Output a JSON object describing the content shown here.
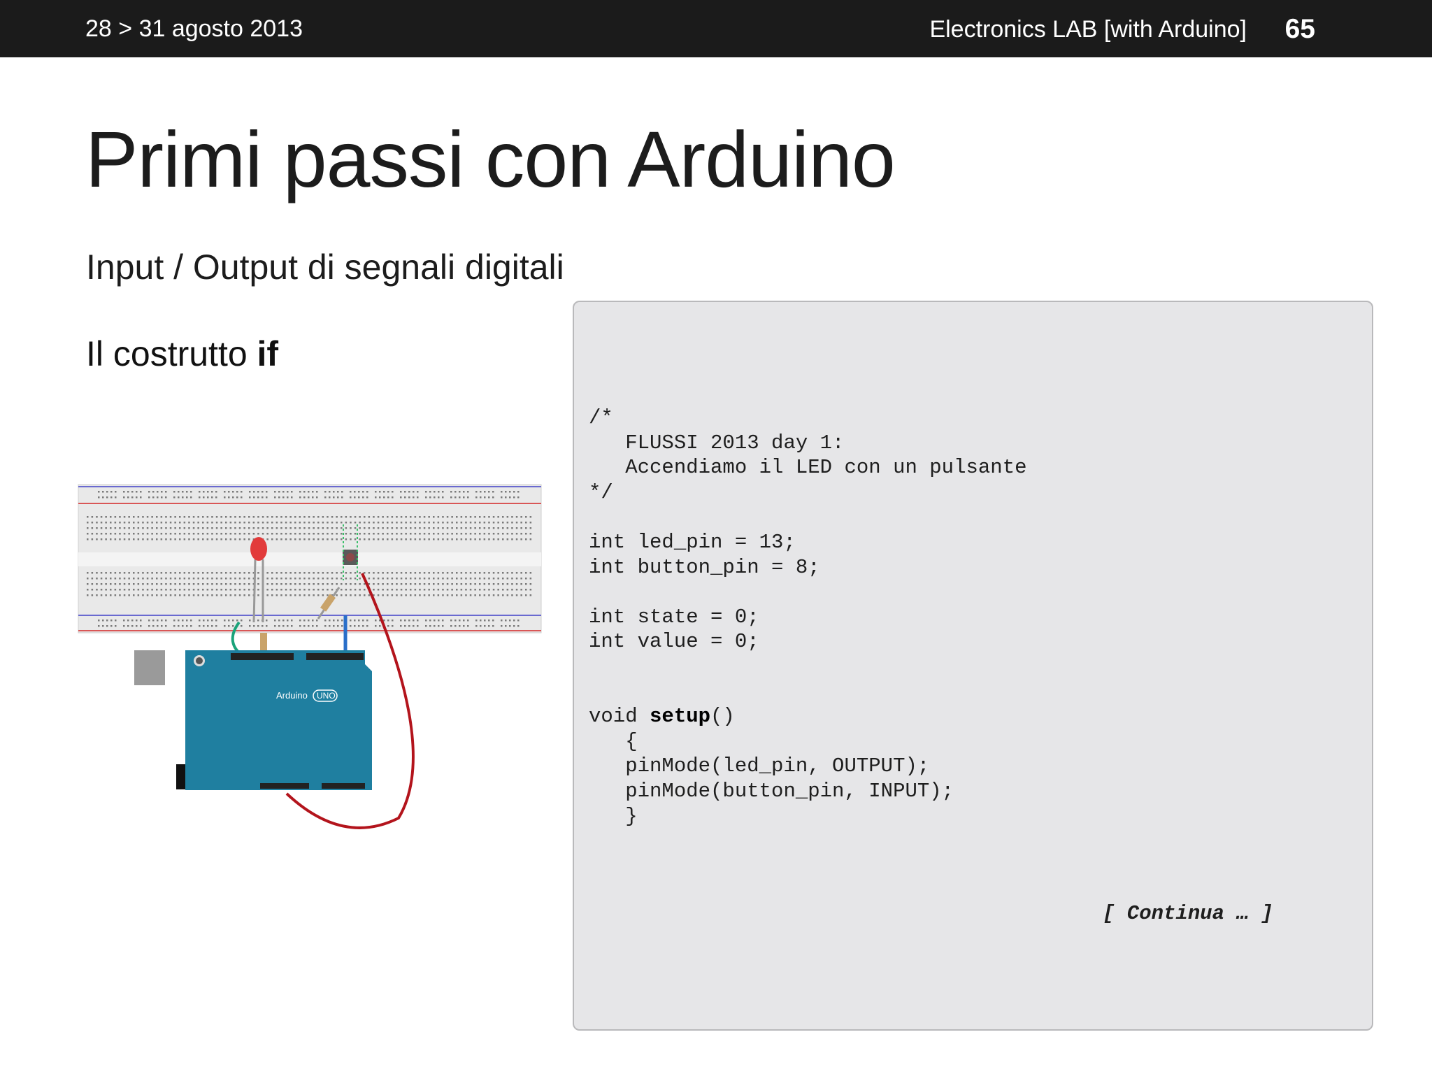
{
  "header": {
    "date": "28 > 31 agosto 2013",
    "course": "Electronics LAB [with Arduino]",
    "page_number": "65"
  },
  "slide": {
    "title": "Primi passi con Arduino",
    "subtitle": "Input / Output di segnali digitali",
    "construct_prefix": "Il costrutto ",
    "construct_keyword": "if"
  },
  "code": {
    "comment_open": "/*",
    "comment_line1": "   FLUSSI 2013 day 1:",
    "comment_line2": "   Accendiamo il LED con un pulsante",
    "comment_close": "*/",
    "decl_led": "int led_pin = 13;",
    "decl_button": "int button_pin = 8;",
    "decl_state": "int state = 0;",
    "decl_value": "int value = 0;",
    "setup_prefix": "void ",
    "setup_name": "setup",
    "setup_suffix": "()",
    "brace_open": "   {",
    "pinmode_led": "   pinMode(led_pin, OUTPUT);",
    "pinmode_button": "   pinMode(button_pin, INPUT);",
    "brace_close": "   }",
    "continue_label": "[ Continua … ]"
  },
  "circuit": {
    "board_label": "Arduino",
    "board_model": "UNO",
    "colors": {
      "board": "#1f7fa0",
      "led": "#e23b3b",
      "wire_red": "#b3141c",
      "wire_blue": "#2a6fc9",
      "wire_green": "#1aa37a",
      "breadboard": "#e9e9e9"
    }
  }
}
